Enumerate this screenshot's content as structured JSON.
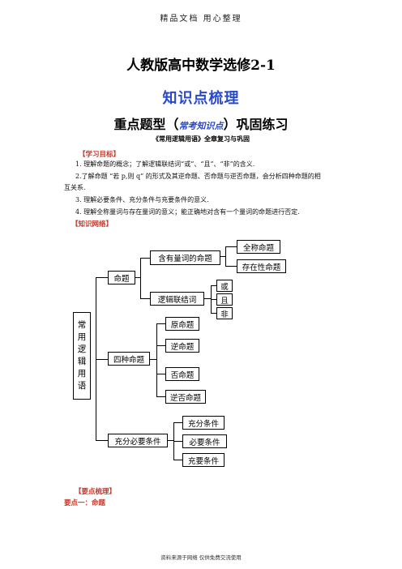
{
  "header": "精品文档  用心整理",
  "title": "人教版高中数学选修2-1",
  "subtitle": "知识点梳理",
  "heading": {
    "prefix": "重点题型（",
    "accent": "常考知识点",
    "suffix": "）巩固练习"
  },
  "chapter": "《常用逻辑用语》全章复习与巩固",
  "sections": {
    "goals_title": "【学习目标】",
    "goals": [
      "1. 理解命题的概念；了解逻辑联结词“或”、“且”、“非”的含义.",
      "2.了解命题 “若 p,则 q” 的形式及其逆命题、否命题与逆否命题，会分析四种命题的相",
      "互关系.",
      "3. 理解必要条件、充分条件与充要条件的意义.",
      "4. 理解全称量词与存在量词的意义；能正确地对含有一个量词的命题进行否定."
    ],
    "network_title": "【知识网络】",
    "key_title": "【要点梳理】",
    "key1": "要点一：命题"
  },
  "diagram": {
    "root": [
      "常",
      "用",
      "逻",
      "辑",
      "用",
      "语"
    ],
    "proposition": "命题",
    "quantifier": "含有量词的命题",
    "universal": "全称命题",
    "existential": "存在性命题",
    "connective": "逻辑联结词",
    "or": "或",
    "and": "且",
    "not": "非",
    "four": "四种命题",
    "original": "原命题",
    "converse": "逆命题",
    "inverse": "否命题",
    "contrapositive": "逆否命题",
    "condition": "充分必要条件",
    "sufficient": "充分条件",
    "necessary": "必要条件",
    "iff": "充要条件"
  },
  "footer": "资料来源于网络 仅供免费交流使用"
}
